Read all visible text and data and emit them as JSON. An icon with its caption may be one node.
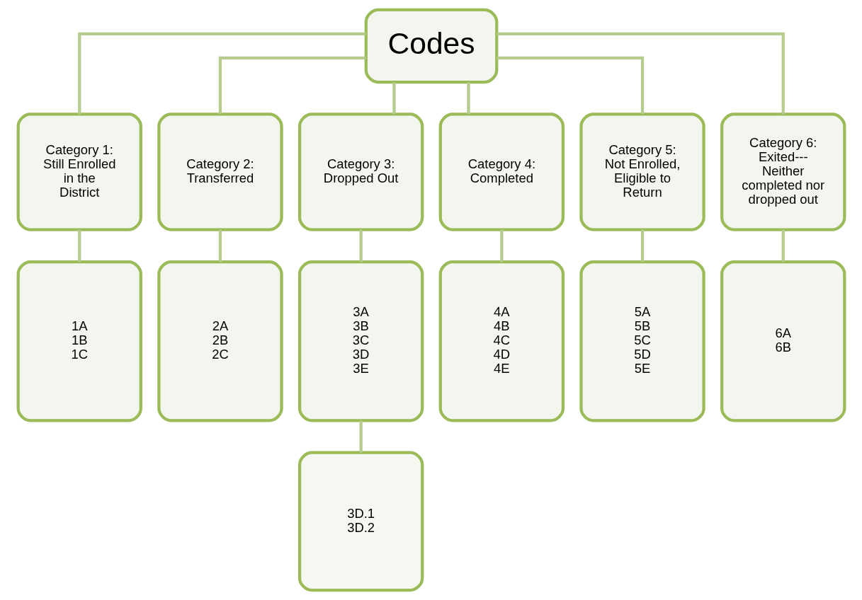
{
  "diagram": {
    "nodes": [
      {
        "text": [
          "Codes"
        ]
      },
      {
        "text": [
          "Category 1: Still Enrolled in the District"
        ]
      },
      {
        "text": [
          "Category 2: Transferred"
        ]
      },
      {
        "text": [
          "Category 3: Dropped Out"
        ]
      },
      {
        "text": [
          "Category 4: Completed"
        ]
      },
      {
        "text": [
          "Category 5: Not Enrolled, Eligible to Return"
        ]
      },
      {
        "text": [
          "Category 6: Exited---Neither completed nor dropped out"
        ]
      },
      {
        "text": [
          "1A",
          "1B",
          "1C"
        ]
      },
      {
        "text": [
          "2A",
          "2B",
          "2C"
        ]
      },
      {
        "text": [
          "3A",
          "3B",
          "3C",
          "3D",
          "3E"
        ]
      },
      {
        "text": [
          "4A",
          "4B",
          "4C",
          "4D",
          "4E"
        ]
      },
      {
        "text": [
          "5A",
          "5B",
          "5C",
          "5D",
          "5E"
        ]
      },
      {
        "text": [
          "6A",
          "6B"
        ]
      },
      {
        "text": [
          "3D.1",
          "3D.2"
        ]
      }
    ],
    "edges": [
      {
        "from": 0,
        "to": 1,
        "arrow": "none"
      },
      {
        "from": 0,
        "to": 2,
        "arrow": "none"
      },
      {
        "from": 0,
        "to": 3,
        "arrow": "none"
      },
      {
        "from": 0,
        "to": 4,
        "arrow": "none"
      },
      {
        "from": 0,
        "to": 5,
        "arrow": "none"
      },
      {
        "from": 0,
        "to": 6,
        "arrow": "none"
      },
      {
        "from": 1,
        "to": 7,
        "arrow": "none"
      },
      {
        "from": 2,
        "to": 8,
        "arrow": "none"
      },
      {
        "from": 3,
        "to": 9,
        "arrow": "none"
      },
      {
        "from": 4,
        "to": 10,
        "arrow": "none"
      },
      {
        "from": 5,
        "to": 11,
        "arrow": "none"
      },
      {
        "from": 6,
        "to": 12,
        "arrow": "none"
      },
      {
        "from": 9,
        "to": 13,
        "arrow": "none"
      }
    ]
  }
}
